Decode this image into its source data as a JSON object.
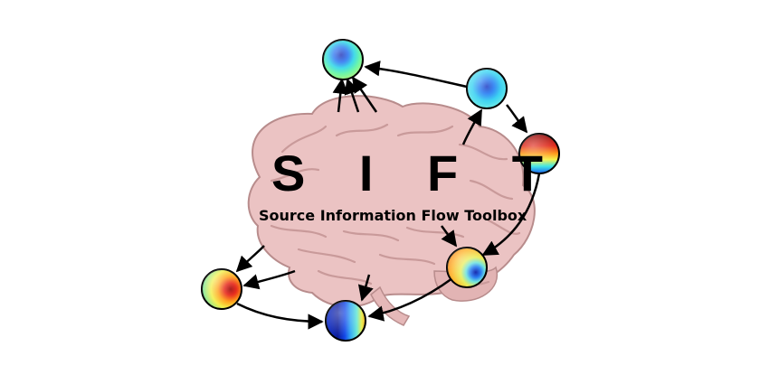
{
  "logo": {
    "title": "S I F T",
    "subtitle": "Source Information Flow Toolbox"
  },
  "colors": {
    "brain_fill": "#ebc3c3",
    "brain_stroke": "#b88c8c",
    "arrow": "#000000",
    "scalp_node_outline": "#000000"
  },
  "nodes": [
    {
      "id": "node-top",
      "map": "blue-center-on-green"
    },
    {
      "id": "node-top-right",
      "map": "blue-center-on-cyan"
    },
    {
      "id": "node-right",
      "map": "red-top-on-yellow"
    },
    {
      "id": "node-lower-right",
      "map": "yellow-with-blue-spot"
    },
    {
      "id": "node-left",
      "map": "red-right-on-yellow"
    },
    {
      "id": "node-bottom",
      "map": "blue-band-on-yellow"
    }
  ]
}
